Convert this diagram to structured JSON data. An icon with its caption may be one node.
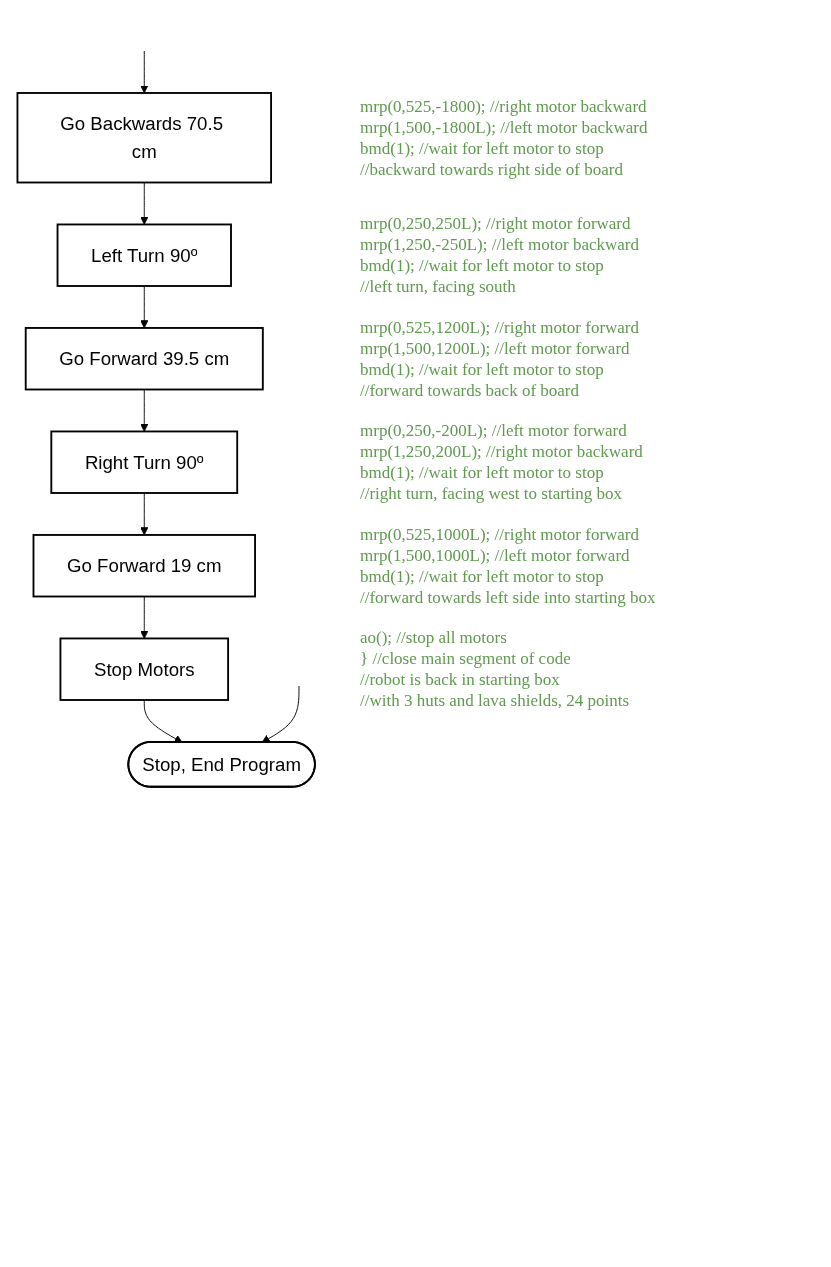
{
  "diagram": {
    "nodes": [
      {
        "text": [
          "Go Backwards 70.5 cm"
        ],
        "beside": [
          "mrp(0,525,-1800); //right motor backward",
          "mrp(1,500,-1800L); //left motor backward",
          "bmd(1); //wait for left motor to stop",
          "//backward towards right side of board"
        ]
      },
      {
        "text": [
          "Left Turn 90º"
        ],
        "beside": [
          "mrp(0,250,250L); //right motor forward",
          "mrp(1,250,-250L); //left motor backward",
          "bmd(1); //wait for left motor to stop",
          "//left turn, facing south"
        ]
      },
      {
        "text": [
          "Go Forward 39.5 cm"
        ],
        "beside": [
          "mrp(0,525,1200L); //right motor forward",
          "mrp(1,500,1200L); //left motor forward",
          "bmd(1); //wait for left motor to stop",
          "//forward towards back of board"
        ]
      },
      {
        "text": [
          "Right Turn 90º"
        ],
        "beside": [
          "mrp(0,250,-200L); //left motor forward",
          "mrp(1,250,200L); //right motor backward",
          "bmd(1); //wait for left motor to stop",
          "//right turn, facing west to starting box"
        ]
      },
      {
        "text": [
          "Go Forward 19 cm"
        ],
        "beside": [
          "mrp(0,525,1000L); //right motor forward",
          "mrp(1,500,1000L); //left motor forward",
          "bmd(1); //wait for left motor to stop",
          "//forward towards left side into starting box"
        ]
      },
      {
        "text": [
          "Stop Motors"
        ],
        "beside": [
          "ao(); //stop all motors",
          "} //close main segment of code",
          "//robot is back in starting box",
          "//with 3 huts and lava shields, 24 points"
        ]
      },
      {
        "text": [
          "Stop, End Program"
        ]
      }
    ],
    "edges": [
      {
        "from": null,
        "to": 0,
        "arrow": "to"
      },
      {
        "from": 0,
        "to": 1,
        "arrow": "to"
      },
      {
        "from": 1,
        "to": 2,
        "arrow": "to"
      },
      {
        "from": 2,
        "to": 3,
        "arrow": "to"
      },
      {
        "from": 3,
        "to": 4,
        "arrow": "to"
      },
      {
        "from": 4,
        "to": 5,
        "arrow": "to"
      },
      {
        "from": 5,
        "to": 6,
        "arrow": "to"
      },
      {
        "from": null,
        "to": 6,
        "arrow": "to"
      }
    ]
  }
}
